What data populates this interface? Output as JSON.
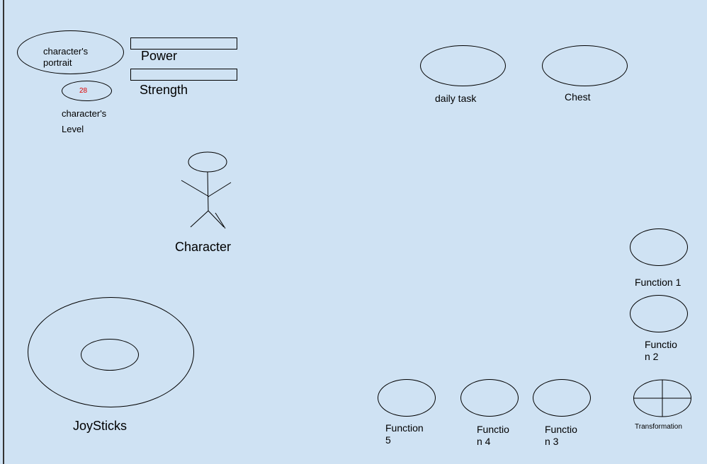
{
  "hud": {
    "portrait_label": "character's\nportrait",
    "level_value": "28",
    "level_label": "character's\nLevel",
    "power_label": "Power",
    "strength_label": "Strength"
  },
  "top_right": {
    "daily_task_label": "daily task",
    "chest_label": "Chest"
  },
  "character": {
    "label": "Character"
  },
  "joystick": {
    "label": "JoySticks"
  },
  "functions": {
    "f1_label": "Function 1",
    "f2_label": "Functio\nn 2",
    "f3_label": "Functio\nn 3",
    "f4_label": "Functio\nn 4",
    "f5_label": "Function\n5",
    "transformation_label": "Transformation"
  },
  "colors": {
    "background": "#cfe2f3",
    "level_text": "#e00000"
  }
}
